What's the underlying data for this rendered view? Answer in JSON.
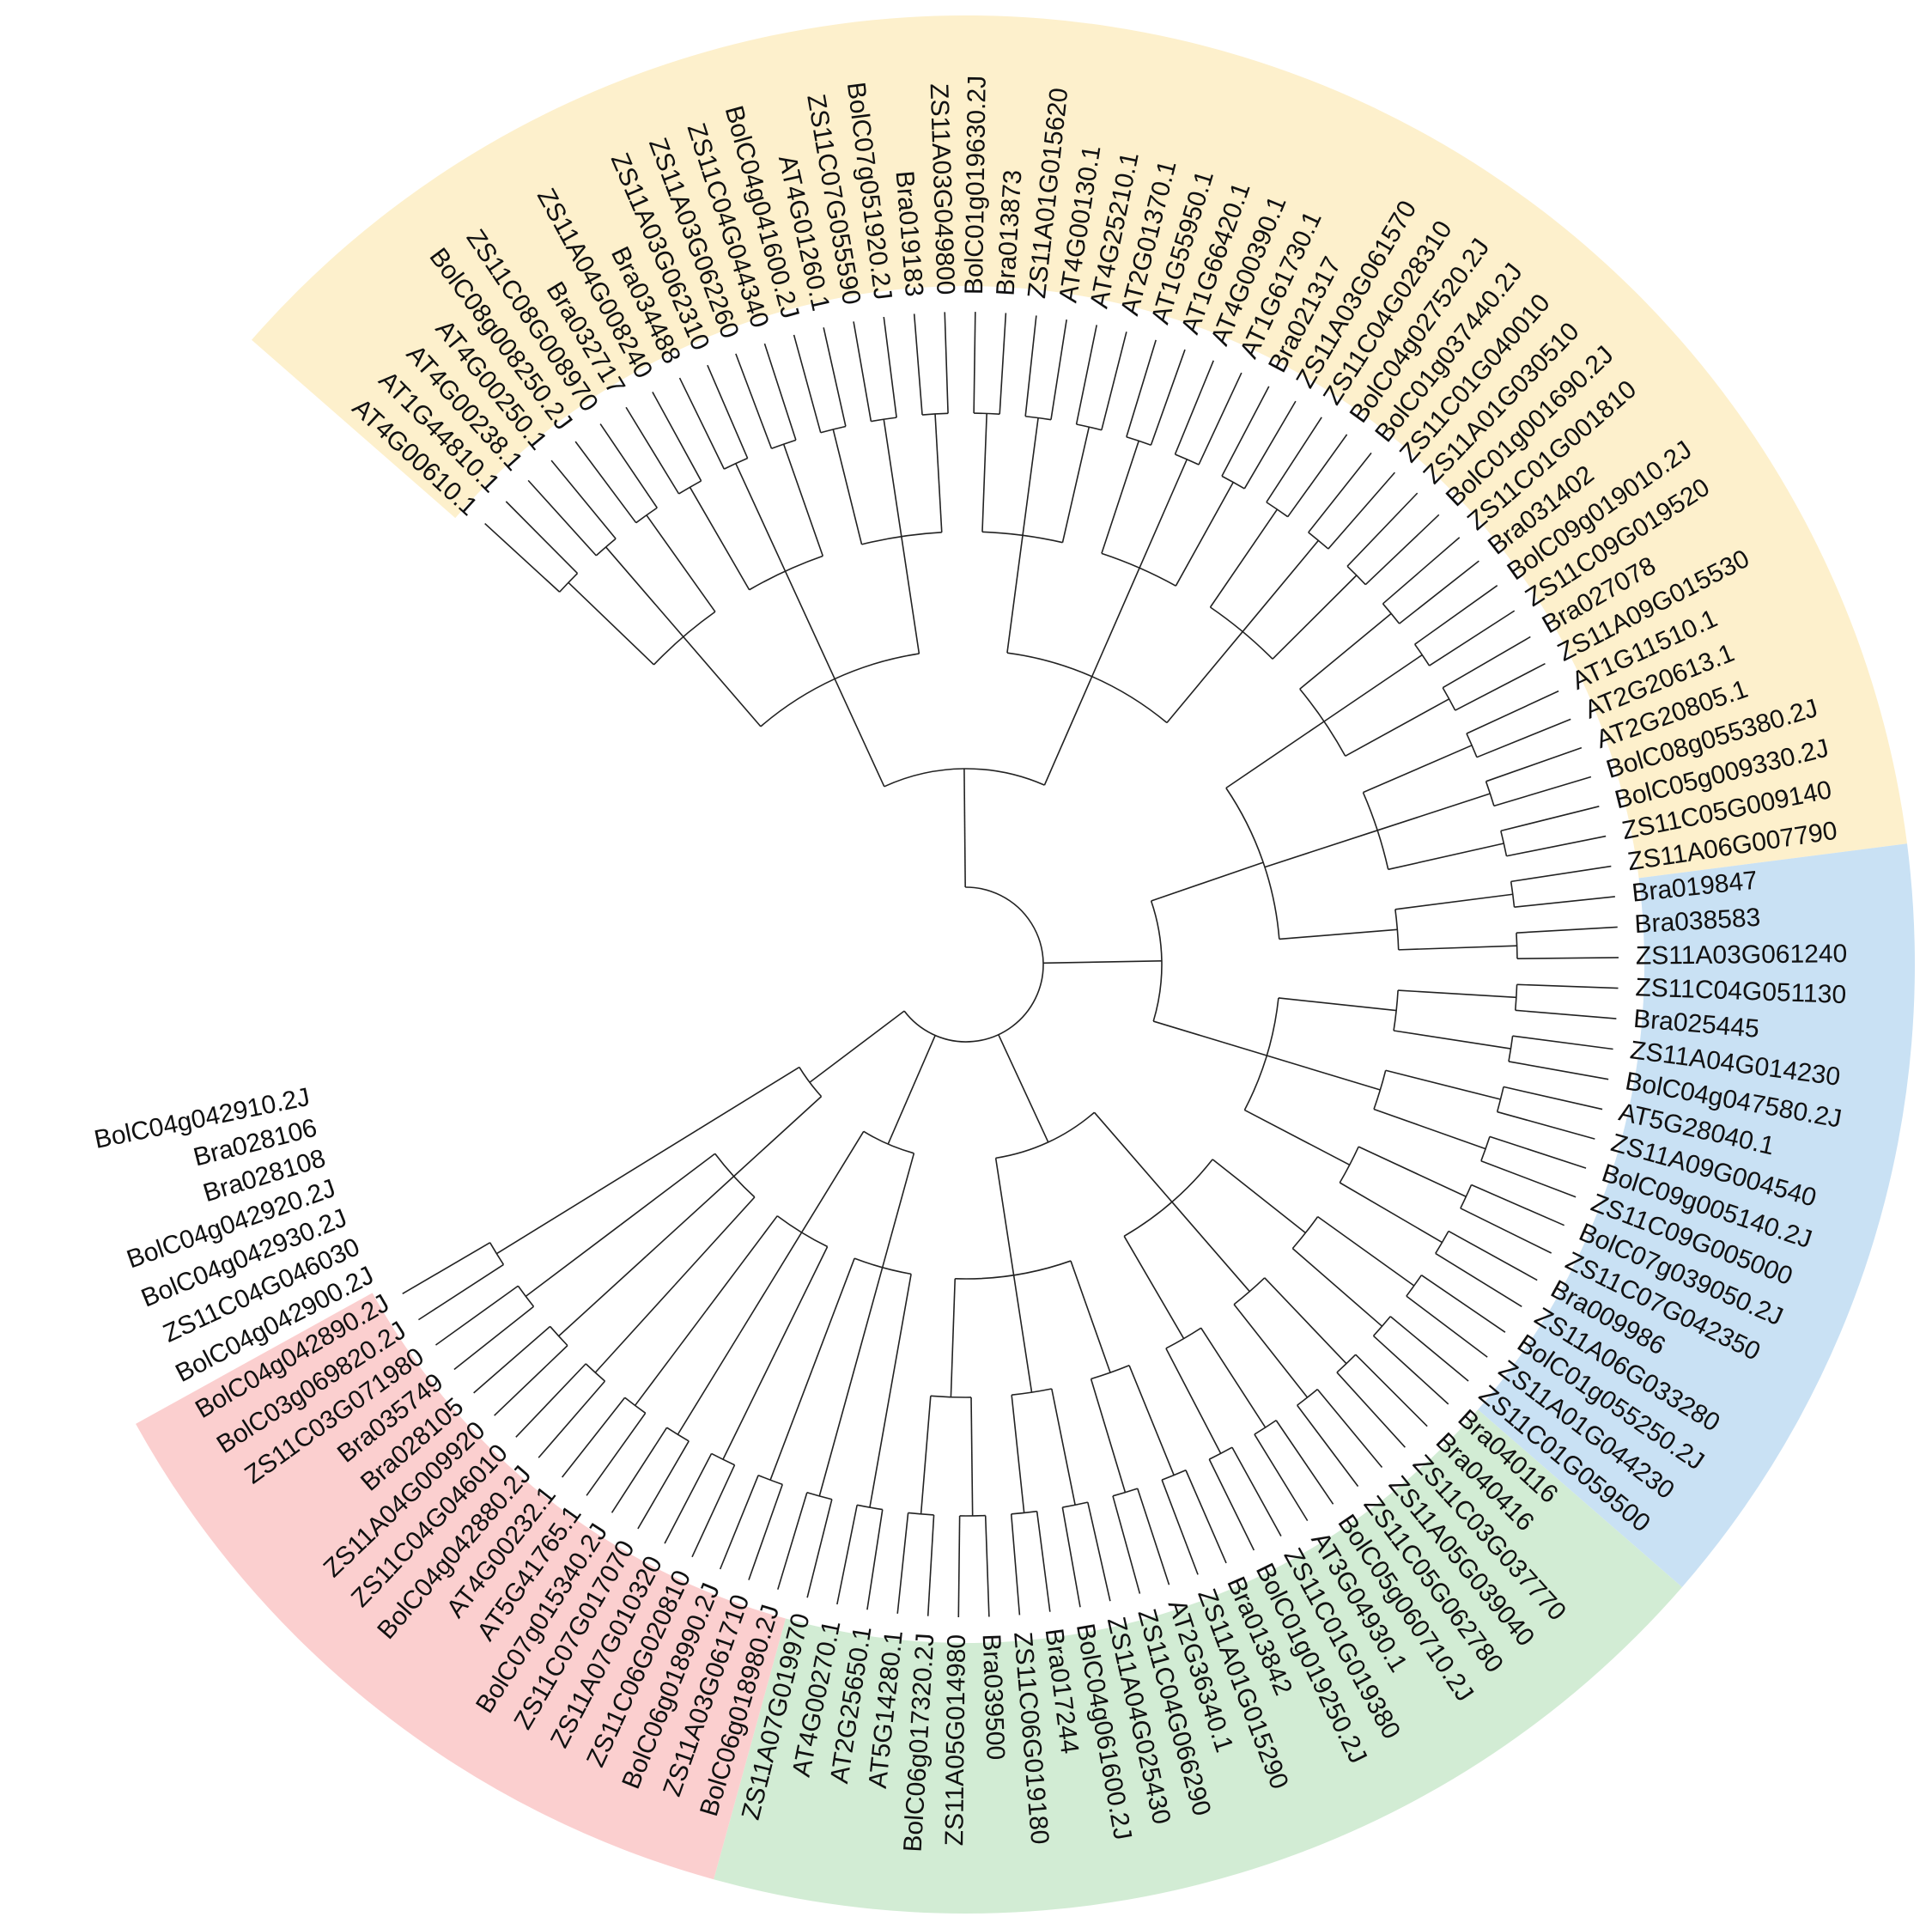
{
  "clades": [
    {
      "name": "yellow-clade",
      "color": "#fdf0cc",
      "first": 0,
      "last": 48
    },
    {
      "name": "blue-clade",
      "color": "#c9e1f4",
      "first": 49,
      "last": 66
    },
    {
      "name": "green-clade",
      "color": "#d2ecd4",
      "first": 67,
      "last": 90
    },
    {
      "name": "red-clade",
      "color": "#fbcfcf",
      "first": 91,
      "last": 107
    }
  ],
  "leaves": [
    "AT4G00610.1",
    "AT1G44810.1",
    "AT4G00238.1",
    "AT4G00250.1",
    "BolC08g008250.2J",
    "ZS11C08G008970",
    "Bra032717",
    "ZS11A04G008240",
    "Bra034488",
    "ZS11A03G062310",
    "ZS11A03G062260",
    "ZS11C04G044340",
    "BolC04g041600.2J",
    "AT4G01260.1",
    "ZS11C07G055590",
    "BolC07g051920.2J",
    "Bra019183",
    "ZS11A03G049800",
    "BolC01g019630.2J",
    "Bra013873",
    "ZS11A01G015620",
    "AT4G00130.1",
    "AT4G25210.1",
    "AT2G01370.1",
    "AT1G55950.1",
    "AT1G66420.1",
    "AT4G00390.1",
    "AT1G61730.1",
    "Bra021317",
    "ZS11A03G061570",
    "ZS11C04G028310",
    "BolC04g027520.2J",
    "BolC01g037440.2J",
    "ZS11C01G040010",
    "ZS11A01G030510",
    "BolC01g001690.2J",
    "ZS11C01G001810",
    "Bra031402",
    "BolC09g019010.2J",
    "ZS11C09G019520",
    "Bra027078",
    "ZS11A09G015530",
    "AT1G11510.1",
    "AT2G20613.1",
    "AT2G20805.1",
    "BolC08g055380.2J",
    "BolC05g009330.2J",
    "ZS11C05G009140",
    "ZS11A06G007790",
    "Bra019847",
    "Bra038583",
    "ZS11A03G061240",
    "ZS11C04G051130",
    "Bra025445",
    "ZS11A04G014230",
    "BolC04g047580.2J",
    "AT5G28040.1",
    "ZS11A09G004540",
    "BolC09g005140.2J",
    "ZS11C09G005000",
    "BolC07g039050.2J",
    "ZS11C07G042350",
    "Bra009986",
    "ZS11A06G033280",
    "BolC01g055250.2J",
    "ZS11A01G044230",
    "ZS11C01G059500",
    "Bra040116",
    "Bra040416",
    "ZS11C03G037770",
    "ZS11A05G039040",
    "ZS11C05G062780",
    "BolC05g060710.2J",
    "AT3G04930.1",
    "ZS11C01G019380",
    "BolC01g019250.2J",
    "Bra013842",
    "ZS11A01G015290",
    "AT2G36340.1",
    "ZS11C04G066290",
    "ZS11A04G025430",
    "BolC04g061600.2J",
    "Bra017244",
    "ZS11C06G019180",
    "Bra039500",
    "ZS11A05G014980",
    "BolC06g017320.2J",
    "AT5G14280.1",
    "AT2G25650.1",
    "AT4G00270.1",
    "ZS11A07G019970",
    "BolC06g018980.2J",
    "ZS11A03G061710",
    "BolC06g018990.2J",
    "ZS11C06G020810",
    "ZS11A07G010320",
    "ZS11C07G017070",
    "BolC07g015340.2J",
    "AT5G41765.1",
    "AT4G00232.1",
    "BolC04g042880.2J",
    "ZS11C04G046010",
    "ZS11A04G009920",
    "Bra028105",
    "Bra035749",
    "ZS11C03G071980",
    "BolC03g069820.2J",
    "BolC04g042890.2J",
    "BolC04g042900.2J",
    "ZS11C04G046030",
    "BolC04g042930.2J",
    "BolC04g042920.2J",
    "Bra028108",
    "Bra028106",
    "BolC04g042910.2J"
  ]
}
